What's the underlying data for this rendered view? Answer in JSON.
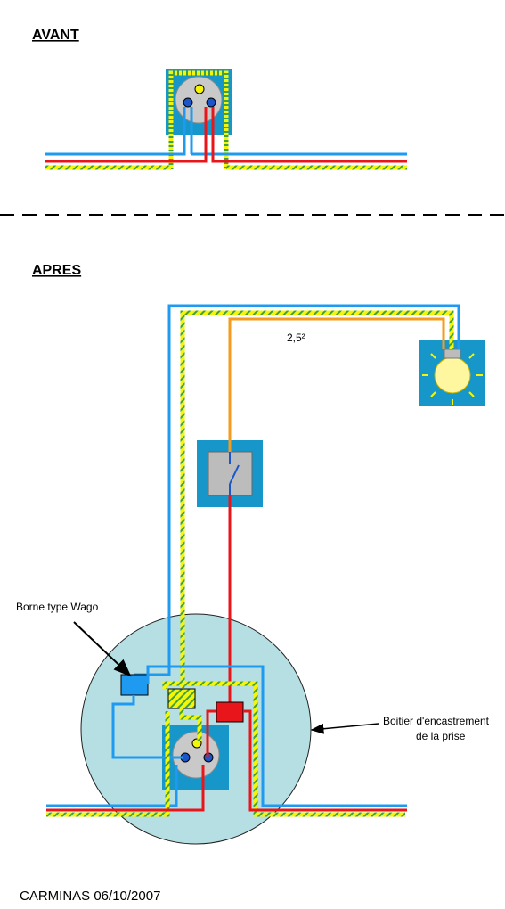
{
  "avant": {
    "title": "AVANT"
  },
  "apres": {
    "title": "APRES"
  },
  "labels": {
    "section": "2,5²",
    "borne": "Borne type Wago",
    "boitier_line1": "Boitier d'encastrement",
    "boitier_line2": "de la prise",
    "credit": "CARMINAS 06/10/2007"
  },
  "colors": {
    "neutral_blue": "#1e9bf0",
    "phase_red": "#e8161b",
    "earth_yellow": "#f5f50a",
    "earth_green": "#3fa13f",
    "return_orange": "#f59b1e",
    "box_blue": "#1797c9",
    "junction_box": "#b5dfe3",
    "lamp": "#fff7a0"
  },
  "icons": [
    "socket-icon",
    "switch-icon",
    "light-bulb-icon",
    "wago-connector-icon",
    "arrow-icon"
  ]
}
